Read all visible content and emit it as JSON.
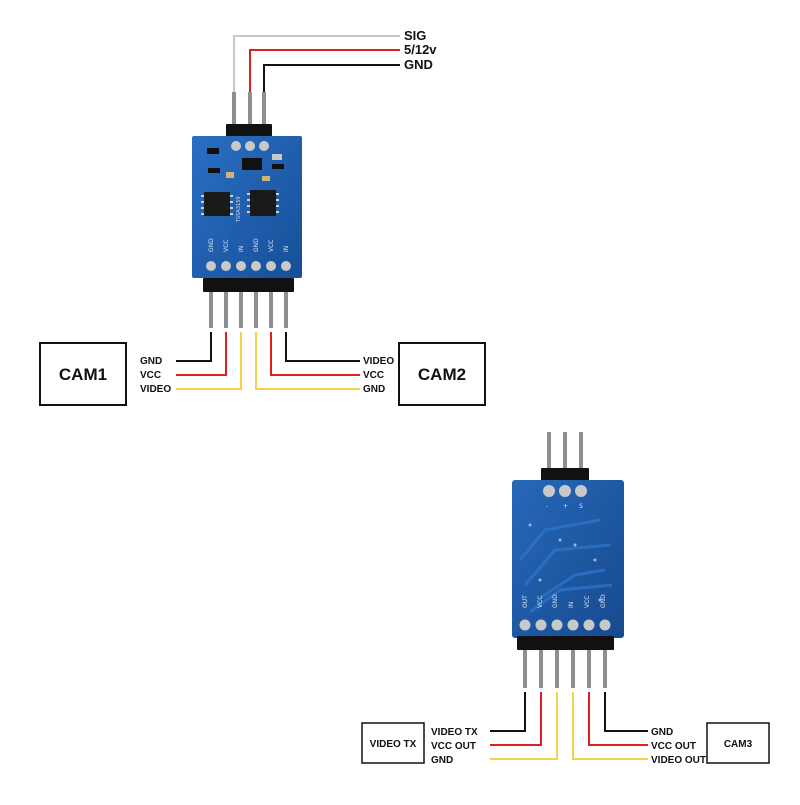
{
  "top_diagram": {
    "top_labels": {
      "sig": "SIG",
      "power": "5/12v",
      "gnd": "GND"
    },
    "pin_silk": [
      "GND",
      "VCC",
      "IN",
      "GND",
      "VCC",
      "IN"
    ],
    "chip_marking": "TS5A3159",
    "cam1": {
      "name": "CAM1",
      "wires": [
        "GND",
        "VCC",
        "VIDEO"
      ]
    },
    "cam2": {
      "name": "CAM2",
      "wires": [
        "VIDEO",
        "VCC",
        "GND"
      ]
    }
  },
  "bottom_diagram": {
    "header_silk": [
      "-",
      "+",
      "S"
    ],
    "pin_silk": [
      "OUT",
      "VCC",
      "GND",
      "IN",
      "VCC",
      "GND"
    ],
    "video_tx": {
      "name": "VIDEO TX",
      "wires": [
        "VIDEO TX",
        "VCC OUT",
        "GND"
      ]
    },
    "cam3": {
      "name": "CAM3",
      "wires": [
        "GND",
        "VCC OUT",
        "VIDEO OUT"
      ]
    }
  },
  "colors": {
    "wire_signal": "#c8c8c8",
    "wire_red": "#e02020",
    "wire_black": "#111111",
    "wire_yellow": "#f3d34a",
    "pcb_blue": "#1f5fb0"
  }
}
